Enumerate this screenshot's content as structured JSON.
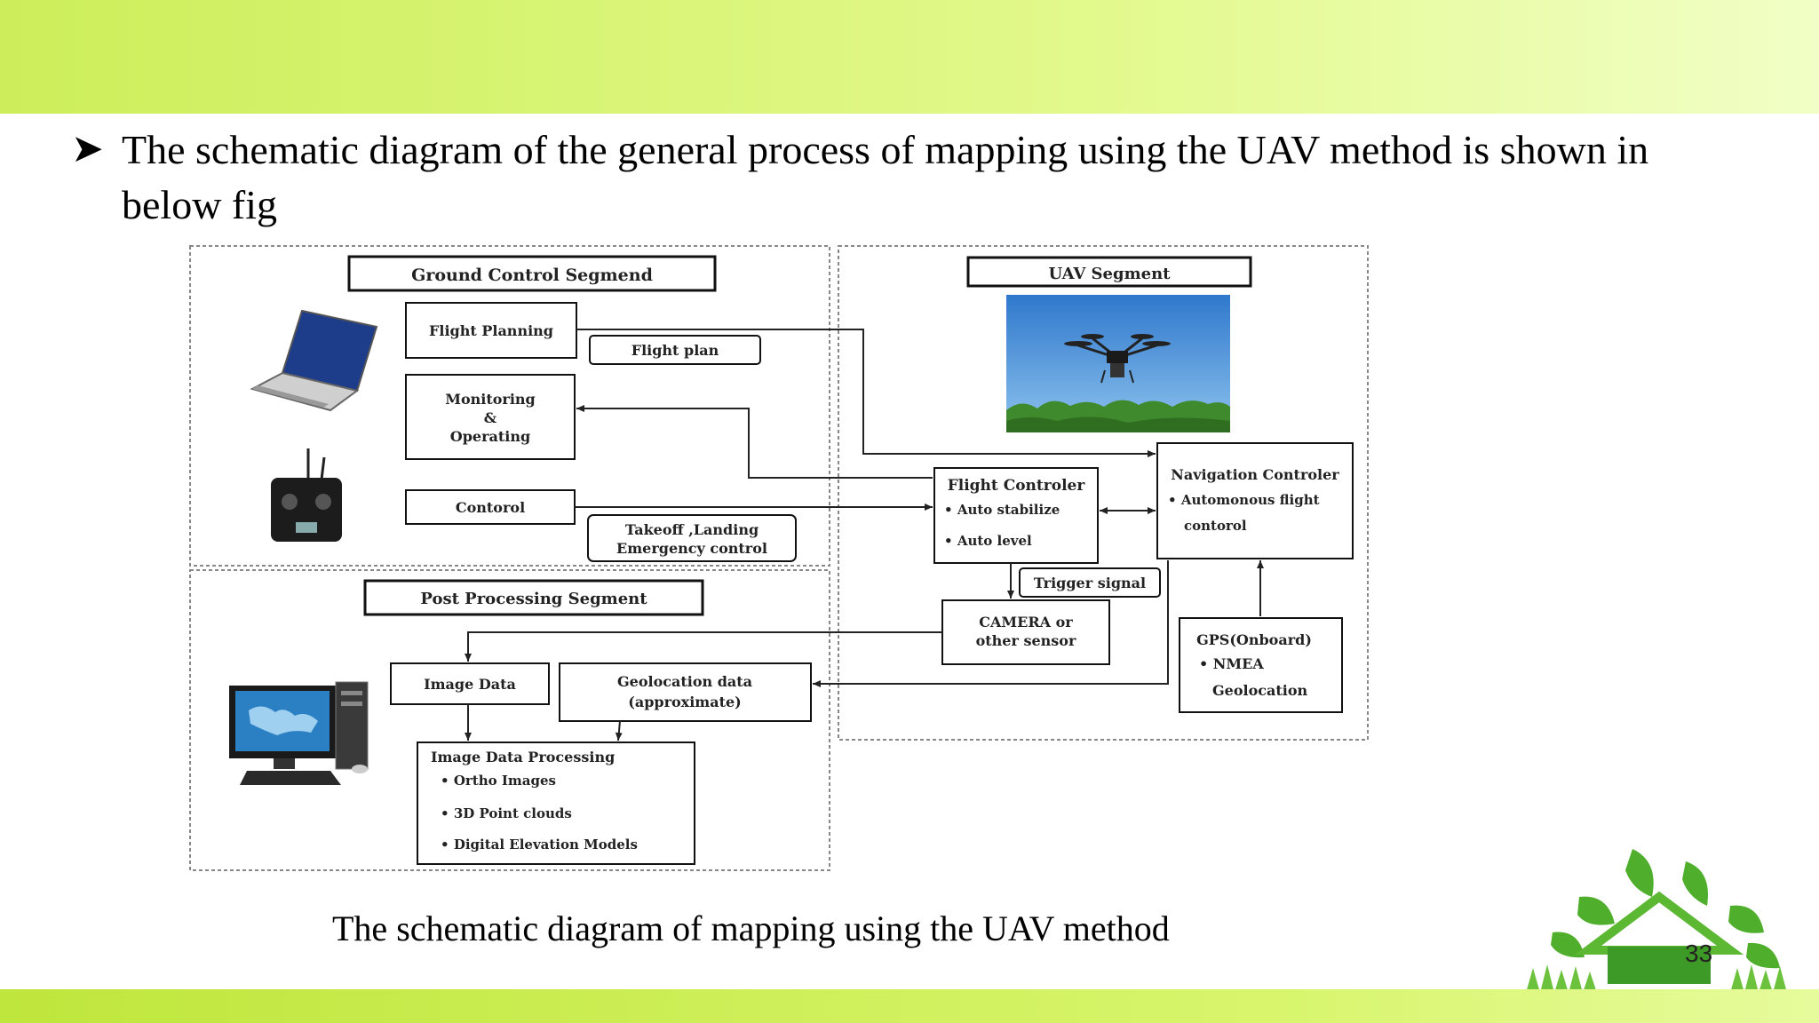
{
  "slide": {
    "heading": "The schematic diagram of the general process of mapping using the UAV method is shown in below fig",
    "caption": "The schematic diagram of mapping using the UAV method",
    "page_number": "33"
  },
  "diagram": {
    "ground_segment": {
      "title": "Ground Control Segmend",
      "flight_planning": "Flight Planning",
      "flight_plan": "Flight plan",
      "monitoring": [
        "Monitoring",
        "&",
        "Operating"
      ],
      "control": "Contorol",
      "takeoff": [
        "Takeoff ,Landing",
        "Emergency control"
      ]
    },
    "uav_segment": {
      "title": "UAV Segment",
      "flight_controller": {
        "title": "Flight Controler",
        "items": [
          "Auto stabilize",
          "Auto level"
        ]
      },
      "navigation_controller": {
        "title": "Navigation Controler",
        "items": [
          "Automonous flight",
          "contorol"
        ]
      },
      "trigger_signal": "Trigger signal",
      "camera": [
        "CAMERA or",
        "other sensor"
      ],
      "gps": {
        "title": "GPS(Onboard)",
        "items": [
          "NMEA",
          "Geolocation"
        ]
      }
    },
    "post_segment": {
      "title": "Post Processing  Segment",
      "image_data": "Image Data",
      "geolocation": [
        "Geolocation data",
        "(approximate)"
      ],
      "processing": {
        "title": "Image Data Processing",
        "items": [
          "Ortho Images",
          "3D Point clouds",
          "Digital Elevation Models"
        ]
      }
    }
  },
  "colors": {
    "top_band": "#d6f26e",
    "bottom_band": "#c8ec48",
    "sky": "#3b86d3",
    "trees": "#3f8a2c"
  },
  "icons": [
    "bullet-arrow-icon",
    "laptop-icon",
    "remote-controller-icon",
    "drone-icon",
    "desktop-computer-icon",
    "eco-house-icon"
  ]
}
